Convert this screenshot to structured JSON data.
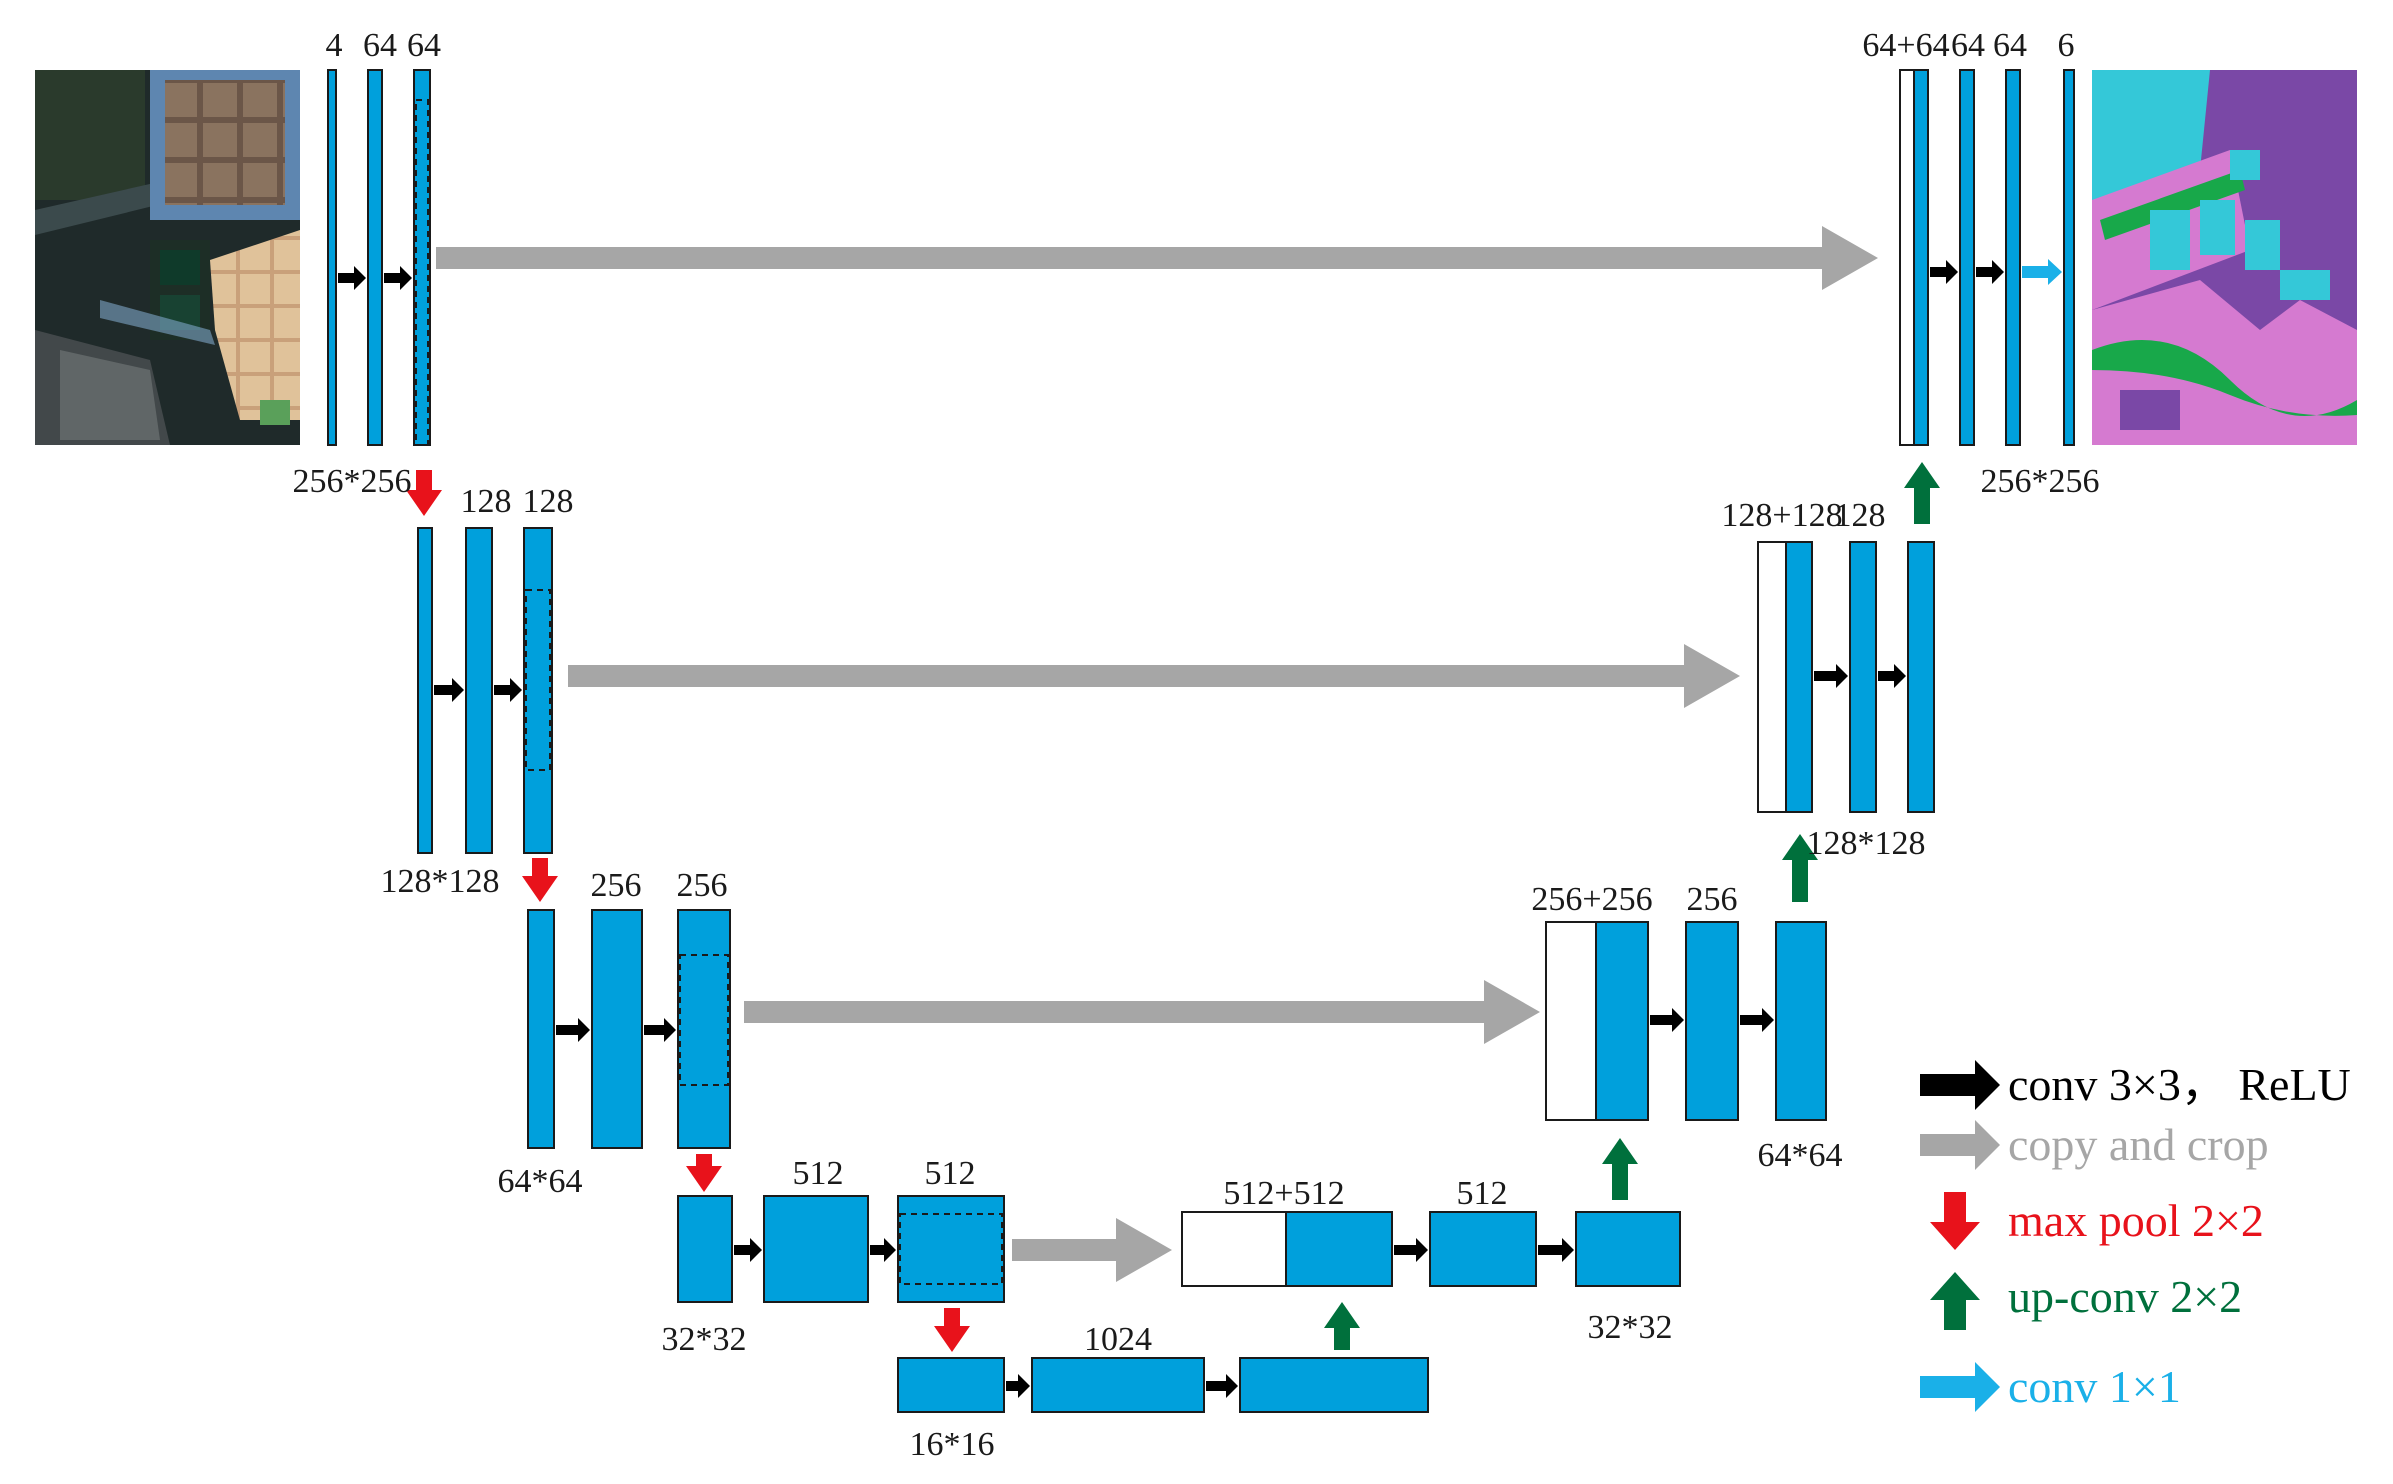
{
  "colors": {
    "block": "#00a0dc",
    "copy_crop": "#a6a6a6",
    "maxpool": "#e8121b",
    "upconv": "#00703c",
    "conv1": "#1ab0e8",
    "conv3": "#000000"
  },
  "labels": {
    "l1_in": "4",
    "l1_c1": "64",
    "l1_c2": "64",
    "l1_size": "256*256",
    "l2_c1": "128",
    "l2_c2": "128",
    "l2_size": "128*128",
    "l3_c1": "256",
    "l3_c2": "256",
    "l3_size": "64*64",
    "l4_c1": "512",
    "l4_c2": "512",
    "l4_size": "32*32",
    "l5_c": "1024",
    "l5_size": "16*16",
    "d4_cat": "512+512",
    "d4_c": "512",
    "d4_size": "32*32",
    "d3_cat": "256+256",
    "d3_c": "256",
    "d3_size": "64*64",
    "d2_cat": "128+128",
    "d2_c": "128",
    "d2_size": "128*128",
    "d1_cat": "64+64",
    "d1_c1": "64",
    "d1_c2": "64",
    "d1_out": "6",
    "d1_size": "256*256"
  },
  "legend": {
    "conv3": "conv 3×3， ReLU",
    "copy": "copy and crop",
    "pool": "max pool 2×2",
    "up": "up-conv 2×2",
    "conv1": "conv 1×1"
  },
  "images": {
    "input": "satellite-input-image",
    "output": "segmentation-output-map"
  }
}
